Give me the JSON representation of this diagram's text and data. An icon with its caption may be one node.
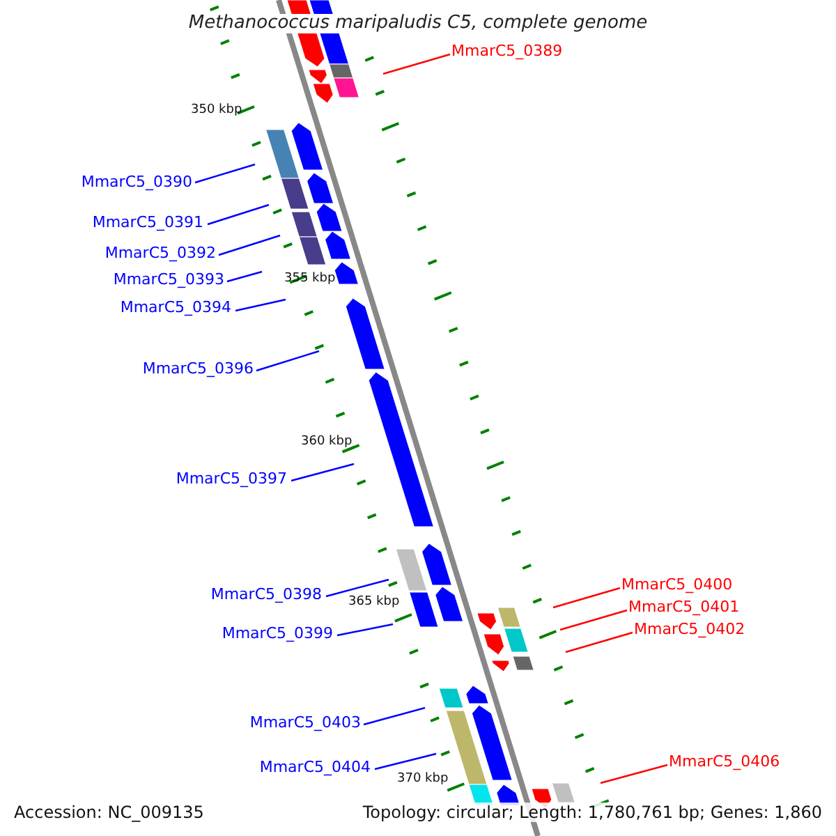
{
  "diagram": {
    "title": "Methanococcus maripaludis C5, complete genome",
    "nodes": [
      {
        "text": [
          "MmarC5_0389"
        ]
      },
      {
        "text": [
          "MmarC5_0390"
        ]
      },
      {
        "text": [
          "MmarC5_0391"
        ]
      },
      {
        "text": [
          "MmarC5_0392"
        ]
      },
      {
        "text": [
          "MmarC5_0393"
        ]
      },
      {
        "text": [
          "MmarC5_0394"
        ]
      },
      {
        "text": [
          "MmarC5_0396"
        ]
      },
      {
        "text": [
          "MmarC5_0397"
        ]
      },
      {
        "text": [
          "MmarC5_0398"
        ]
      },
      {
        "text": [
          "MmarC5_0399"
        ]
      },
      {
        "text": [
          "MmarC5_0400"
        ]
      },
      {
        "text": [
          "MmarC5_0401"
        ]
      },
      {
        "text": [
          "MmarC5_0402"
        ]
      },
      {
        "text": [
          "MmarC5_0403"
        ]
      },
      {
        "text": [
          "MmarC5_0404"
        ]
      },
      {
        "text": [
          "MmarC5_0406"
        ]
      }
    ],
    "edges": [
      {
        "from": 0,
        "to": null,
        "arrow": "none",
        "color": "#ff0000"
      },
      {
        "from": 1,
        "to": null,
        "arrow": "none"
      },
      {
        "from": 2,
        "to": null,
        "arrow": "none"
      },
      {
        "from": 3,
        "to": null,
        "arrow": "none"
      },
      {
        "from": 4,
        "to": null,
        "arrow": "none"
      },
      {
        "from": 5,
        "to": null,
        "arrow": "none"
      },
      {
        "from": 6,
        "to": null,
        "arrow": "none"
      },
      {
        "from": 7,
        "to": null,
        "arrow": "none"
      },
      {
        "from": 8,
        "to": null,
        "arrow": "none"
      },
      {
        "from": 9,
        "to": null,
        "arrow": "none"
      },
      {
        "from": 10,
        "to": null,
        "arrow": "none",
        "color": "#ff0000"
      },
      {
        "from": 11,
        "to": null,
        "arrow": "none",
        "color": "#ff0000"
      },
      {
        "from": 12,
        "to": null,
        "arrow": "none",
        "color": "#ff0000"
      },
      {
        "from": 13,
        "to": null,
        "arrow": "none"
      },
      {
        "from": 14,
        "to": null,
        "arrow": "none"
      },
      {
        "from": 15,
        "to": null,
        "arrow": "none",
        "color": "#ff0000"
      }
    ],
    "labels": [
      "350 kbp",
      "355 kbp",
      "360 kbp",
      "365 kbp",
      "370 kbp",
      "Accession: NC_009135",
      "Topology: circular; Length: 1,780,761 bp; Genes: 1,860"
    ]
  }
}
